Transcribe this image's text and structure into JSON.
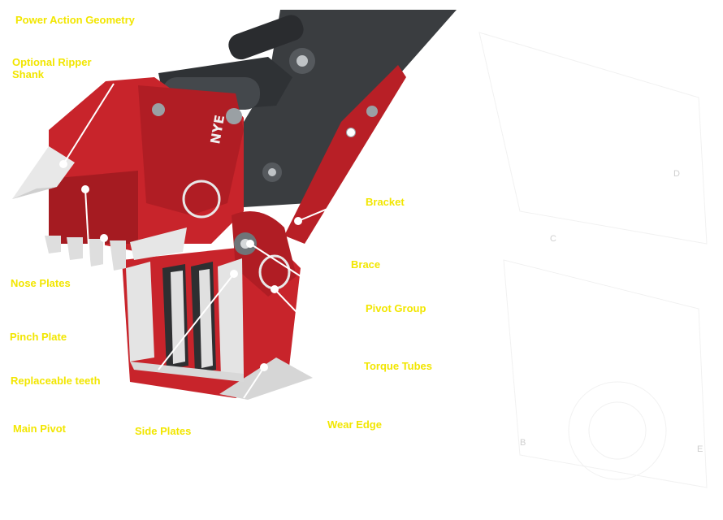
{
  "labels": {
    "power_action_geometry": "Power Action Geometry",
    "optional_ripper_shank": "Optional Ripper\nShank",
    "nose_plates": "Nose Plates",
    "pinch_plate": "Pinch Plate",
    "replaceable_teeth": "Replaceable teeth",
    "main_pivot": "Main Pivot",
    "side_plates": "Side Plates",
    "wear_edge": "Wear Edge",
    "bracket": "Bracket",
    "brace": "Brace",
    "pivot_group": "Pivot Group",
    "torque_tubes": "Torque Tubes"
  },
  "faint_marks": {
    "d": "D",
    "c": "C",
    "b": "B",
    "e": "E"
  },
  "logo_text": "NYE",
  "colors": {
    "label": "#f2e600",
    "machine_red": "#c8242b",
    "machine_red_dark": "#8e1519",
    "arm_gray": "#3a3d40",
    "tooth_white": "#e8e8e8",
    "leader_line": "#ffffff"
  }
}
